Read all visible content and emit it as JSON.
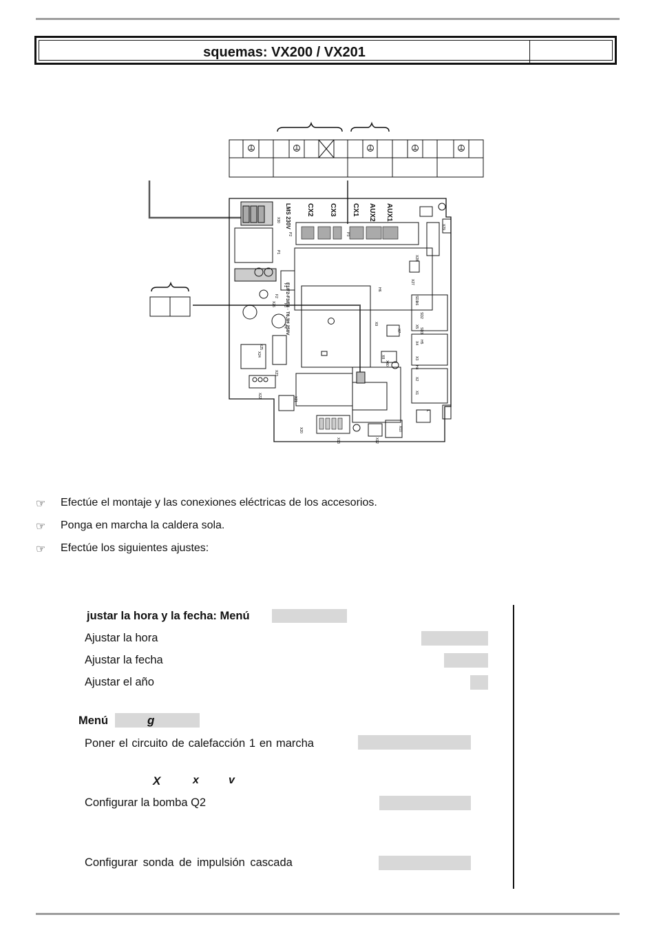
{
  "header": {
    "title": "squemas: VX200 / VX201"
  },
  "diagram": {
    "board_labels": [
      "LMS 230V",
      "CX2",
      "CX3",
      "CX1",
      "AUX2",
      "AUX1"
    ],
    "board_small": [
      "X30",
      "X29",
      "X28",
      "X27",
      "X26",
      "X25",
      "X24",
      "X23",
      "X22",
      "X21",
      "X20",
      "X13",
      "X12",
      "X10",
      "X9",
      "X8",
      "X7",
      "X6",
      "X5",
      "X4",
      "X3",
      "X2",
      "X1",
      "X60",
      "F1",
      "F2",
      "F3",
      "F4",
      "P1",
      "P2",
      "P3",
      "H6",
      "SD1",
      "SD2",
      "SD3",
      "H5",
      "H4",
      "L"
    ],
    "fuse_label": "F1/F2-F3/F4 · T6,3H 250V"
  },
  "bullets": [
    {
      "text": "Efectúe el montaje y las conexiones eléctricas de los accesorios."
    },
    {
      "text": "Ponga en marcha la caldera sola."
    },
    {
      "text": "Efectúe los siguientes ajustes:"
    }
  ],
  "settings": {
    "section1_title": "justar la hora y la fecha: Menú",
    "item_hora": "Ajustar la hora",
    "item_fecha": "Ajustar la fecha",
    "item_ano": "Ajustar el año",
    "section2_menu": "Menú",
    "section2_g": "g",
    "item_circuito": "Poner el circuito de calefacción 1 en marcha",
    "italic_x_upper": "X",
    "italic_x_lower": "x",
    "italic_v": "v",
    "item_bomba": "Configurar la bomba Q2",
    "item_sonda": "Configurar sonda de impulsión cascada"
  },
  "colors": {
    "rule": "#9c9c9c",
    "highlight": "#d8d8d8",
    "ink": "#111111"
  }
}
